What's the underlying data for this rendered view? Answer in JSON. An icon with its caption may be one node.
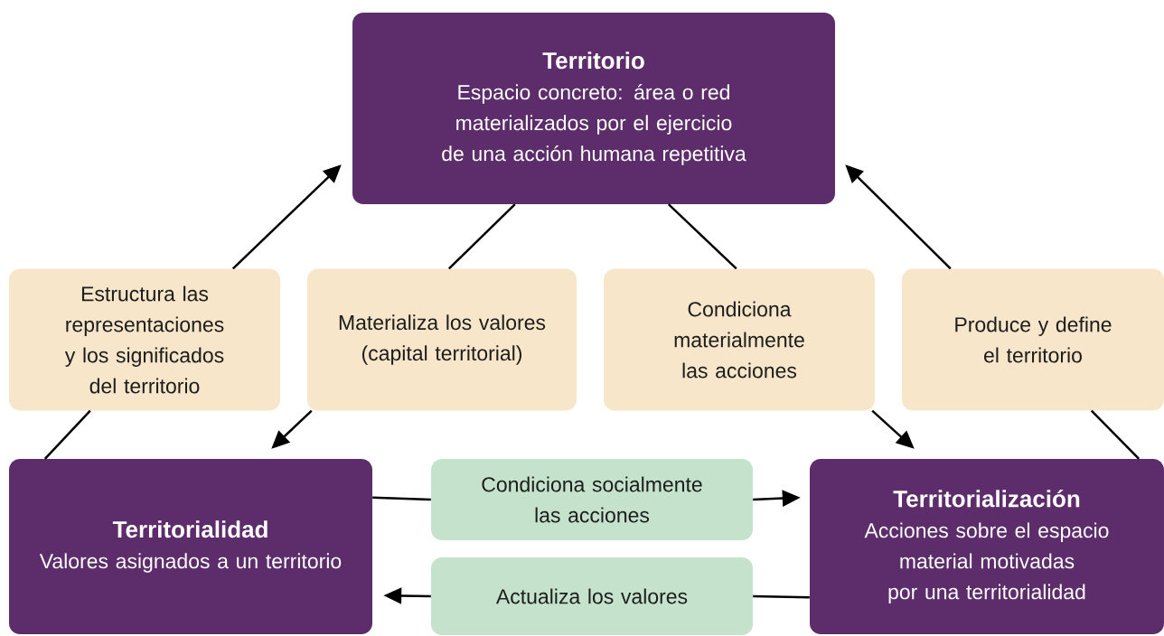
{
  "diagram": {
    "nodes": [
      {
        "text": [
          "Territorio",
          "Espacio concreto: área o red materializados por el ejercicio de una acción humana repetitiva"
        ]
      },
      {
        "text": [
          "Estructura las representaciones y los significados del territorio"
        ]
      },
      {
        "text": [
          "Materializa los valores (capital territorial)"
        ]
      },
      {
        "text": [
          "Condiciona materialmente las acciones"
        ]
      },
      {
        "text": [
          "Produce y define el territorio"
        ]
      },
      {
        "text": [
          "Territorialidad",
          "Valores asignados a un territorio"
        ]
      },
      {
        "text": [
          "Condiciona socialmente las acciones"
        ]
      },
      {
        "text": [
          "Territorialización",
          "Acciones sobre el espacio material motivadas por una territorialidad"
        ]
      },
      {
        "text": [
          "Actualiza los valores"
        ]
      }
    ],
    "edges": [
      {
        "from": 5,
        "to": 1,
        "arrow": "none"
      },
      {
        "from": 1,
        "to": 0,
        "arrow": "to"
      },
      {
        "from": 0,
        "to": 2,
        "arrow": "none"
      },
      {
        "from": 2,
        "to": 5,
        "arrow": "to"
      },
      {
        "from": 0,
        "to": 3,
        "arrow": "none"
      },
      {
        "from": 3,
        "to": 7,
        "arrow": "to"
      },
      {
        "from": 7,
        "to": 4,
        "arrow": "none"
      },
      {
        "from": 4,
        "to": 0,
        "arrow": "to"
      },
      {
        "from": 5,
        "to": 6,
        "arrow": "none"
      },
      {
        "from": 6,
        "to": 7,
        "arrow": "to"
      },
      {
        "from": 7,
        "to": 8,
        "arrow": "none"
      },
      {
        "from": 8,
        "to": 5,
        "arrow": "to"
      }
    ]
  }
}
